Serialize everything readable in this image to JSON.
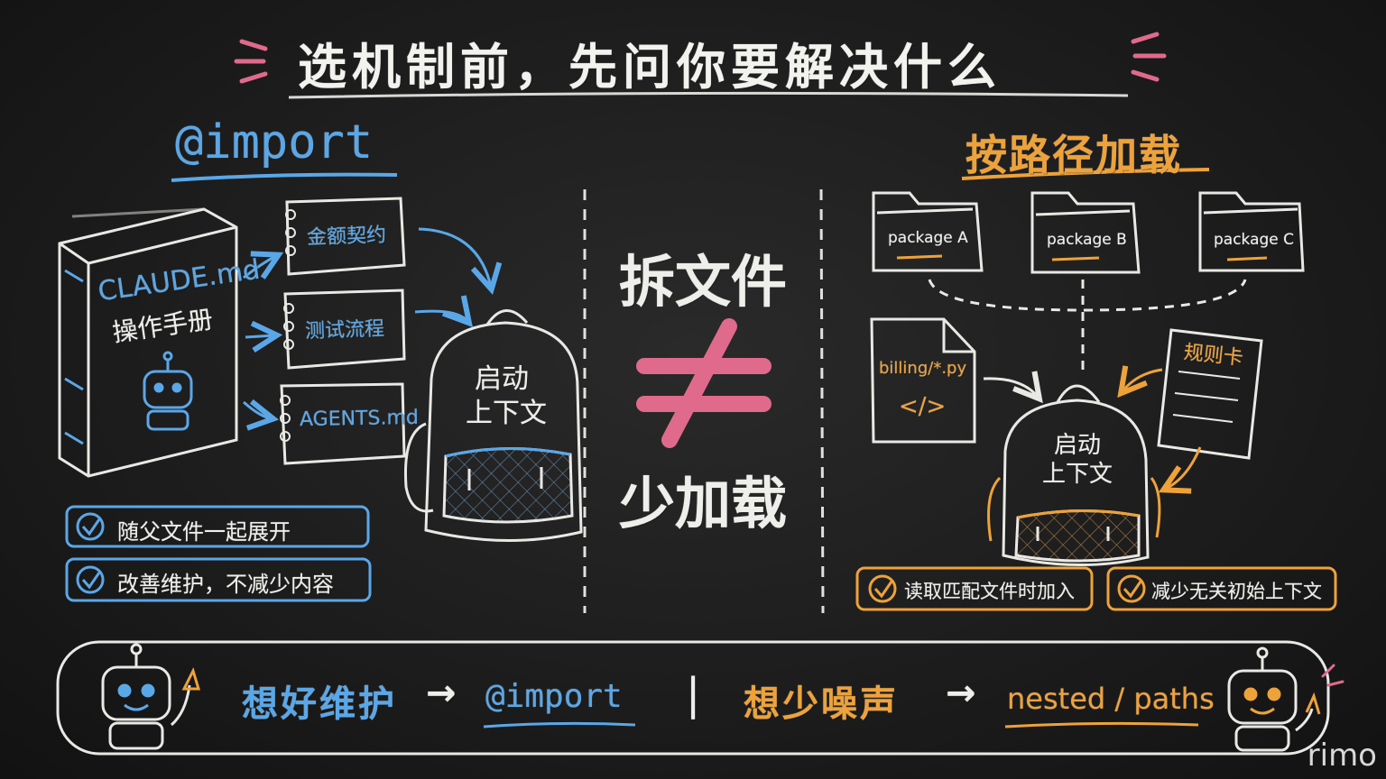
{
  "title": "选机制前，先问你要解决什么",
  "left": {
    "heading": "@import",
    "book_title": "CLAUDE.md",
    "book_subtitle": "操作手册",
    "notes": [
      "金额契约",
      "测试流程",
      "AGENTS.md"
    ],
    "bag_label_line1": "启动",
    "bag_label_line2": "上下文",
    "checks": [
      "随父文件一起展开",
      "改善维护，不减少内容"
    ]
  },
  "center": {
    "top": "拆文件",
    "bottom": "少加载"
  },
  "right": {
    "heading": "按路径加载",
    "packages": [
      "package A",
      "package B",
      "package C"
    ],
    "file_label": "billing/*.py",
    "code_symbol": "</>",
    "rule_card": "规则卡",
    "bag_label_line1": "启动",
    "bag_label_line2": "上下文",
    "checks": [
      "读取匹配文件时加入",
      "减少无关初始上下文"
    ]
  },
  "bottom": {
    "left_text": "想好维护",
    "left_arrow": "→",
    "left_code": "@import",
    "divider": "|",
    "right_text": "想少噪声",
    "right_arrow": "→",
    "right_code": "nested / paths"
  },
  "watermark": "rimo",
  "colors": {
    "blue": "#5aa7e8",
    "orange": "#eea23a",
    "pink": "#e06a8c",
    "chalk": "#eeeeea",
    "board": "#1d1d1d"
  }
}
